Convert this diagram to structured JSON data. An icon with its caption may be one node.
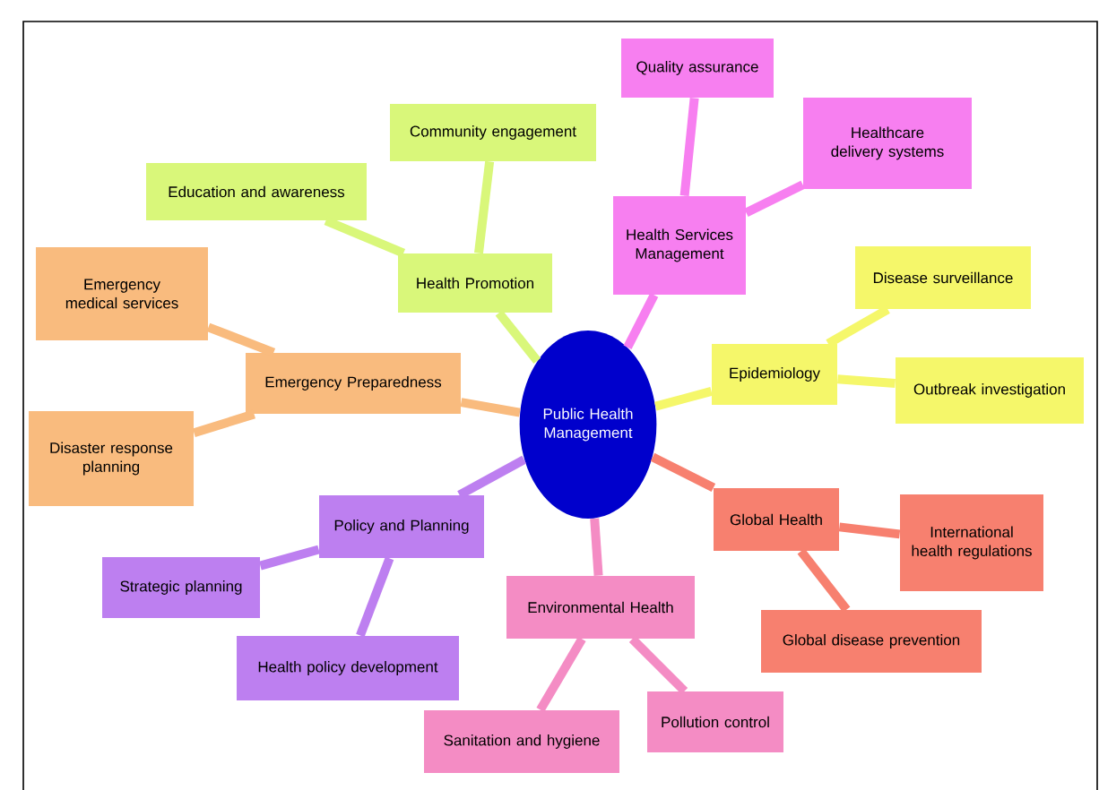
{
  "diagram": {
    "nodes": [
      {
        "text": [
          "Public Health Management"
        ]
      },
      {
        "text": [
          "Health Promotion"
        ]
      },
      {
        "text": [
          "Community engagement"
        ]
      },
      {
        "text": [
          "Education and awareness"
        ]
      },
      {
        "text": [
          "Health Services Management"
        ]
      },
      {
        "text": [
          "Quality assurance"
        ]
      },
      {
        "text": [
          "Healthcare delivery systems"
        ]
      },
      {
        "text": [
          "Epidemiology"
        ]
      },
      {
        "text": [
          "Disease surveillance"
        ]
      },
      {
        "text": [
          "Outbreak investigation"
        ]
      },
      {
        "text": [
          "Global Health"
        ]
      },
      {
        "text": [
          "International health regulations"
        ]
      },
      {
        "text": [
          "Global disease prevention"
        ]
      },
      {
        "text": [
          "Environmental Health"
        ]
      },
      {
        "text": [
          "Sanitation and hygiene"
        ]
      },
      {
        "text": [
          "Pollution control"
        ]
      },
      {
        "text": [
          "Policy and Planning"
        ]
      },
      {
        "text": [
          "Strategic planning"
        ]
      },
      {
        "text": [
          "Health policy development"
        ]
      },
      {
        "text": [
          "Emergency Preparedness"
        ]
      },
      {
        "text": [
          "Emergency medical services"
        ]
      },
      {
        "text": [
          "Disaster response planning"
        ]
      }
    ],
    "edges": [
      {
        "from": 0,
        "to": 1,
        "arrow": "none",
        "color": "#d9f77a"
      },
      {
        "from": 1,
        "to": 2,
        "arrow": "none",
        "color": "#d9f77a"
      },
      {
        "from": 1,
        "to": 3,
        "arrow": "none",
        "color": "#d9f77a"
      },
      {
        "from": 0,
        "to": 4,
        "arrow": "none",
        "color": "#f77ff0"
      },
      {
        "from": 4,
        "to": 5,
        "arrow": "none",
        "color": "#f77ff0"
      },
      {
        "from": 4,
        "to": 6,
        "arrow": "none",
        "color": "#f77ff0"
      },
      {
        "from": 0,
        "to": 7,
        "arrow": "none",
        "color": "#f5f76a"
      },
      {
        "from": 7,
        "to": 8,
        "arrow": "none",
        "color": "#f5f76a"
      },
      {
        "from": 7,
        "to": 9,
        "arrow": "none",
        "color": "#f5f76a"
      },
      {
        "from": 0,
        "to": 10,
        "arrow": "none",
        "color": "#f7806f"
      },
      {
        "from": 10,
        "to": 11,
        "arrow": "none",
        "color": "#f7806f"
      },
      {
        "from": 10,
        "to": 12,
        "arrow": "none",
        "color": "#f7806f"
      },
      {
        "from": 0,
        "to": 13,
        "arrow": "none",
        "color": "#f48cc4"
      },
      {
        "from": 13,
        "to": 14,
        "arrow": "none",
        "color": "#f48cc4"
      },
      {
        "from": 13,
        "to": 15,
        "arrow": "none",
        "color": "#f48cc4"
      },
      {
        "from": 0,
        "to": 16,
        "arrow": "none",
        "color": "#bd7ff0"
      },
      {
        "from": 16,
        "to": 17,
        "arrow": "none",
        "color": "#bd7ff0"
      },
      {
        "from": 16,
        "to": 18,
        "arrow": "none",
        "color": "#bd7ff0"
      },
      {
        "from": 0,
        "to": 19,
        "arrow": "none",
        "color": "#f9bb7e"
      },
      {
        "from": 19,
        "to": 20,
        "arrow": "none",
        "color": "#f9bb7e"
      },
      {
        "from": 19,
        "to": 21,
        "arrow": "none",
        "color": "#f9bb7e"
      }
    ]
  }
}
